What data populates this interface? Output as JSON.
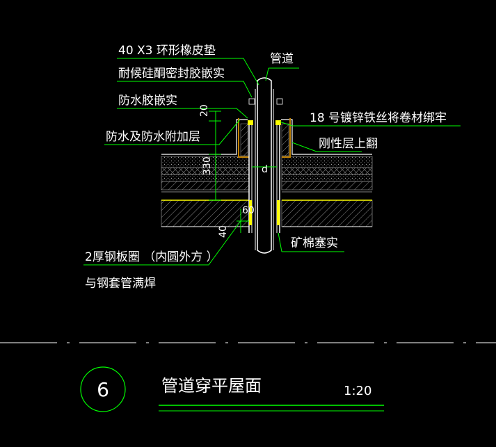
{
  "labels": {
    "gasket": "40 X3 环形橡皮垫",
    "silicone_seal": "耐候硅酮密封胶嵌实",
    "waterproof_seal": "防水胶嵌实",
    "waterproof_layer": "防水及防水附加层",
    "pipe": "管道",
    "wire_bind": "18 号镀锌铁丝将卷材绑牢",
    "rigid_up": "刚性层上翻",
    "mineral_wool": "矿棉塞实",
    "steel_ring_1": "2厚钢板圈 （内圆外方 ）",
    "steel_ring_2": "与钢套管满焊"
  },
  "dimensions": {
    "d20": "20",
    "d330": "330",
    "d": "d",
    "d60": "60",
    "d40": "40"
  },
  "footer": {
    "detail_number": "6",
    "title": "管道穿平屋面",
    "scale": "1:20"
  },
  "colors": {
    "line_green": "#00ff00",
    "line_white": "#ffffff",
    "hatch_grey": "#9a9a9a",
    "yellow": "#ffff00",
    "orange": "#c08000"
  }
}
